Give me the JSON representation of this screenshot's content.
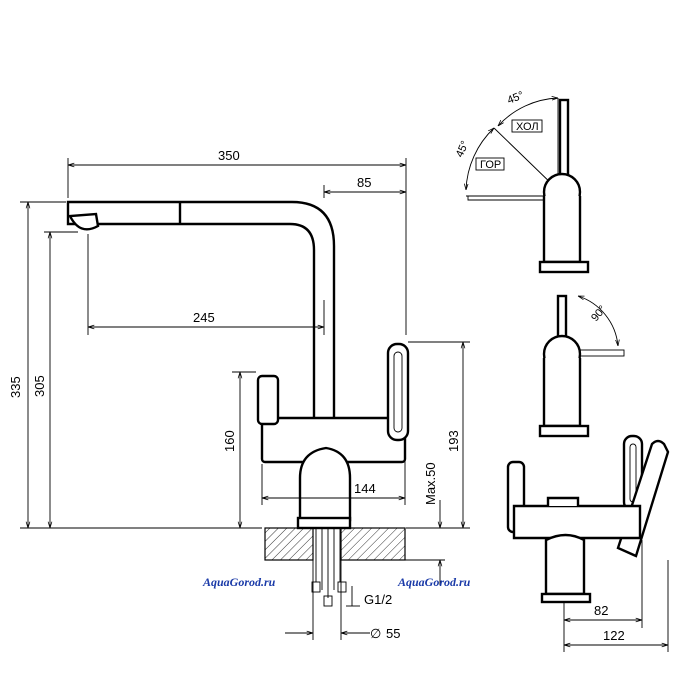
{
  "drawing": {
    "front_view": {
      "dim_width_total": "350",
      "dim_spout_offset": "85",
      "dim_spout_reach": "245",
      "dim_height_total": "335",
      "dim_height_outlet": "305",
      "dim_handle_height": "160",
      "dim_handle_top": "193",
      "dim_body_width": "144",
      "dim_counter_max": "Max.50",
      "dim_thread": "G1/2",
      "dim_hole_diameter": "55",
      "diameter_symbol": "∅"
    },
    "top_view": {
      "angle_hot": "45°",
      "angle_cold": "45°",
      "label_hot": "ГОР",
      "label_cold": "ХОЛ"
    },
    "rotation_view": {
      "angle": "90°"
    },
    "side_view": {
      "dim_depth_body": "82",
      "dim_depth_total": "122"
    },
    "watermarks": [
      "AquaGorod.ru",
      "AquaGorod.ru"
    ]
  }
}
